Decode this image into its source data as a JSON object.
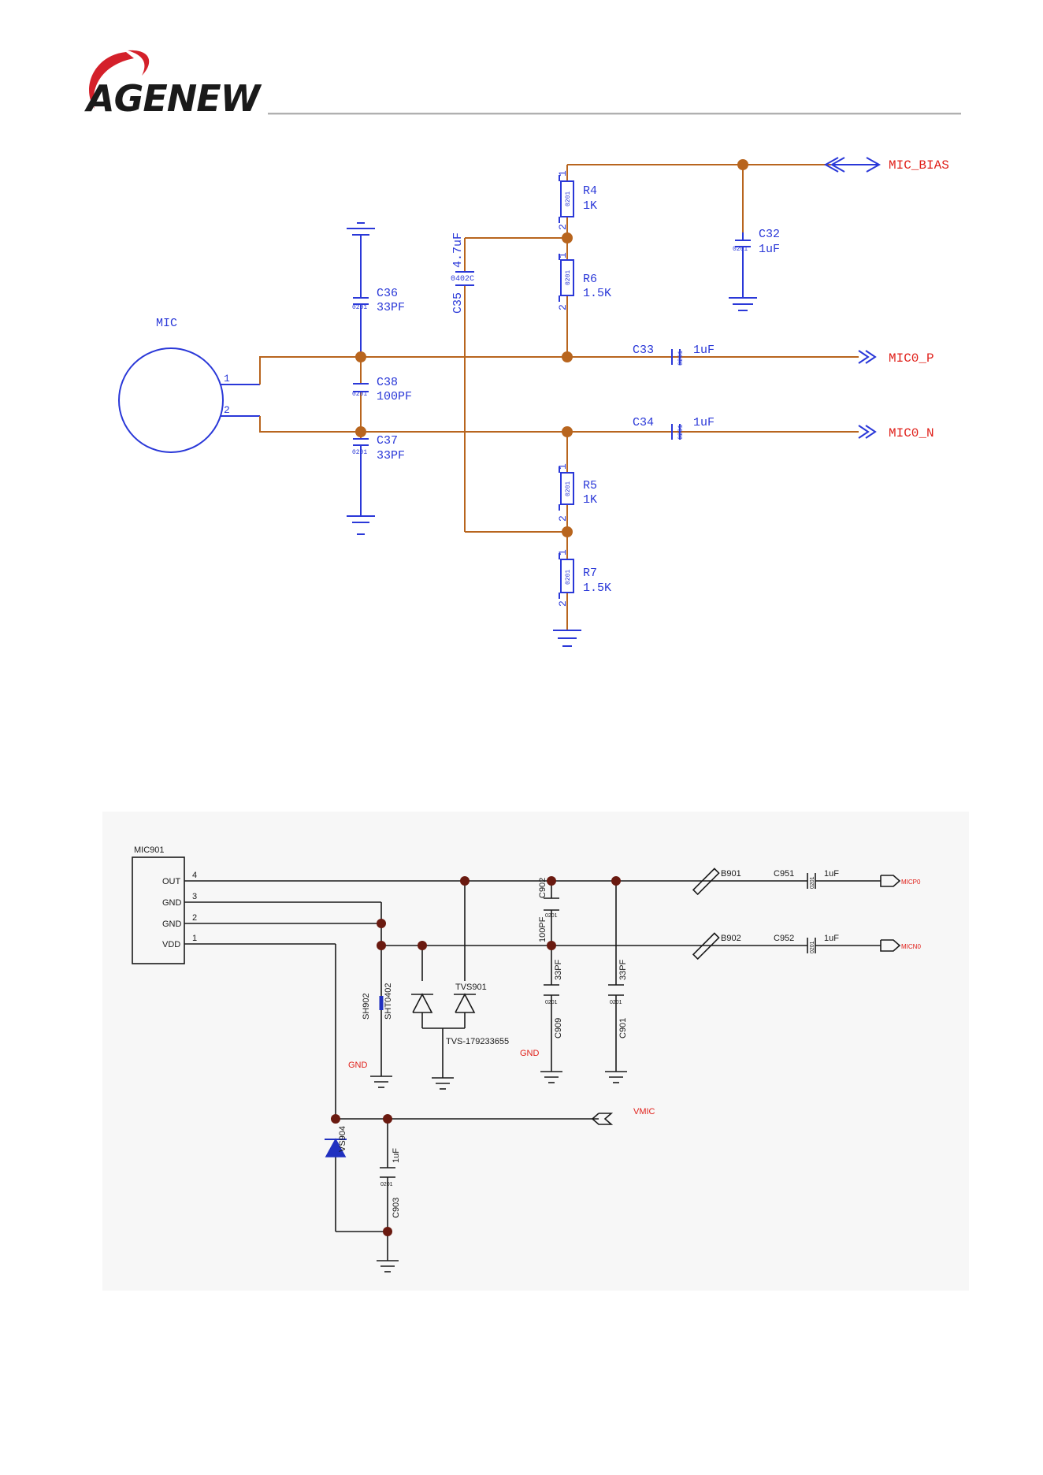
{
  "brand": {
    "logo_text": "AGENEW"
  },
  "schematic_top": {
    "mic_label": "MIC",
    "pin1": "1",
    "pin2": "2",
    "nets": {
      "mic_bias": "MIC_BIAS",
      "mic0_p": "MIC0_P",
      "mic0_n": "MIC0_N"
    },
    "components": {
      "R4": {
        "ref": "R4",
        "value": "1K",
        "pkg": "0201"
      },
      "R6": {
        "ref": "R6",
        "value": "1.5K",
        "pkg": "0201"
      },
      "R5": {
        "ref": "R5",
        "value": "1K",
        "pkg": "0201"
      },
      "R7": {
        "ref": "R7",
        "value": "1.5K",
        "pkg": "0201"
      },
      "C32": {
        "ref": "C32",
        "value": "1uF",
        "pkg": "0201"
      },
      "C33": {
        "ref": "C33",
        "value": "1uF",
        "pkg": "0201"
      },
      "C34": {
        "ref": "C34",
        "value": "1uF",
        "pkg": "0201"
      },
      "C35": {
        "ref": "C35",
        "value": "4.7uF",
        "pkg": "0402C"
      },
      "C36": {
        "ref": "C36",
        "value": "33PF",
        "pkg": "0201"
      },
      "C37": {
        "ref": "C37",
        "value": "33PF",
        "pkg": "0201"
      },
      "C38": {
        "ref": "C38",
        "value": "100PF",
        "pkg": "0201"
      }
    },
    "pin_digits": {
      "one": "1",
      "two": "2"
    }
  },
  "schematic_bottom": {
    "connector": "MIC901",
    "pins": [
      {
        "num": "4",
        "name": "OUT"
      },
      {
        "num": "3",
        "name": "GND"
      },
      {
        "num": "2",
        "name": "GND"
      },
      {
        "num": "1",
        "name": "VDD"
      }
    ],
    "components": {
      "B901": "B901",
      "B902": "B902",
      "C951": "C951",
      "C952": "C952",
      "C951_val": "1uF",
      "C952_val": "1uF",
      "C902": "C902",
      "C902_val": "100PF",
      "C909": "C909",
      "C909_val": "33PF",
      "C901": "C901",
      "C901_val": "33PF",
      "C903": "C903",
      "C903_val": "1uF",
      "SH902": "SH902",
      "SH902_pkg": "SHT0402",
      "TVS901": "TVS901",
      "TVS_part": "TVS-179233655",
      "VS904": "VS904",
      "pkg": "0201"
    },
    "nets": {
      "micp0": "MICP0",
      "micn0": "MICN0",
      "vmic": "VMIC",
      "gnd1": "GND",
      "gnd2": "GND"
    }
  }
}
